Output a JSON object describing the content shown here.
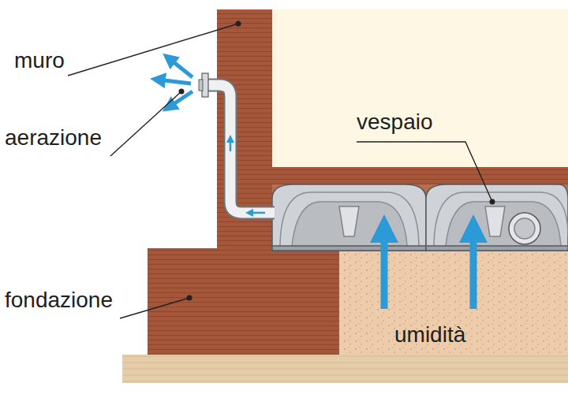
{
  "diagram": {
    "labels": [
      "muro",
      "aerazione",
      "vespaio",
      "fondazione",
      "umidità"
    ]
  }
}
